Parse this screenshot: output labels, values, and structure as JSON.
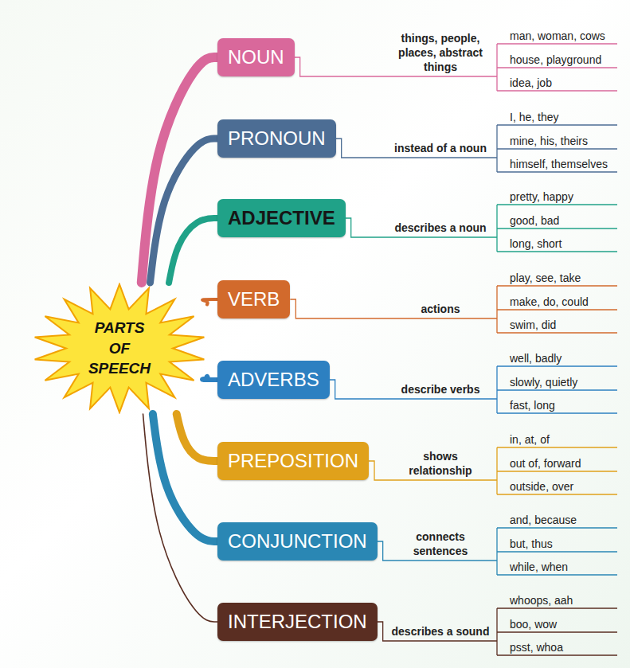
{
  "diagram": {
    "nodes": [
      {
        "text": [
          "PARTS OF SPEECH"
        ]
      },
      {
        "text": [
          "NOUN"
        ]
      },
      {
        "text": [
          "PRONOUN"
        ]
      },
      {
        "text": [
          "ADJECTIVE"
        ]
      },
      {
        "text": [
          "VERB"
        ]
      },
      {
        "text": [
          "ADVERBS"
        ]
      },
      {
        "text": [
          "PREPOSITION"
        ]
      },
      {
        "text": [
          "CONJUNCTION"
        ]
      },
      {
        "text": [
          "INTERJECTION"
        ]
      }
    ],
    "edges": [
      {
        "from": 0,
        "to": 1,
        "arrow": "none"
      },
      {
        "from": 0,
        "to": 2,
        "arrow": "none"
      },
      {
        "from": 0,
        "to": 3,
        "arrow": "none"
      },
      {
        "from": 0,
        "to": 4,
        "arrow": "none"
      },
      {
        "from": 0,
        "to": 5,
        "arrow": "none"
      },
      {
        "from": 0,
        "to": 6,
        "arrow": "none"
      },
      {
        "from": 0,
        "to": 7,
        "arrow": "none"
      },
      {
        "from": 0,
        "to": 8,
        "arrow": "none"
      }
    ],
    "labels": [
      "things, people, places, abstract things",
      "man, woman, cows",
      "house, playground",
      "idea, job",
      "instead of a noun",
      "I, he, they",
      "mine, his, theirs",
      "himself, themselves",
      "describes a noun",
      "pretty, happy",
      "good, bad",
      "long, short",
      "actions",
      "play, see, take",
      "make, do, could",
      "swim, did",
      "describe verbs",
      "well, badly",
      "slowly, quietly",
      "fast, long",
      "shows relationship",
      "in, at, of",
      "out of, forward",
      "outside, over",
      "connects sentences",
      "and, because",
      "but, thus",
      "while, when",
      "describes a sound",
      "whoops, aah",
      "boo, wow",
      "psst, whoa"
    ]
  }
}
